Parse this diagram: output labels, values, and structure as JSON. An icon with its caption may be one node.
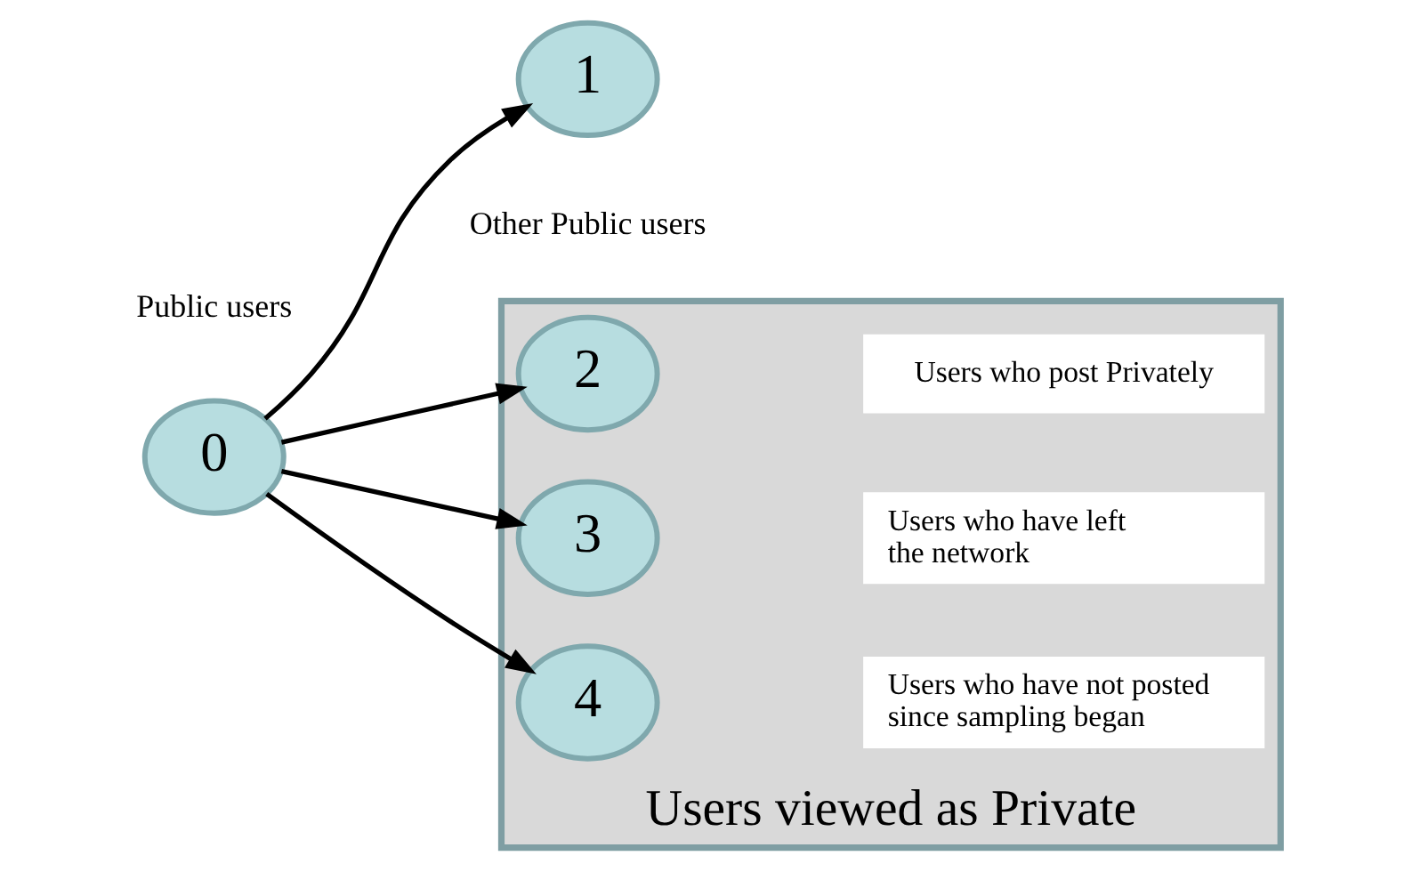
{
  "diagram": {
    "nodes": [
      {
        "text": [
          "0"
        ],
        "beside": [
          "Public users"
        ]
      },
      {
        "text": [
          "1"
        ],
        "beside": [
          "Other Public users"
        ]
      },
      {
        "text": [
          "Users viewed as Private"
        ]
      },
      {
        "text": [
          "2"
        ],
        "in": 2
      },
      {
        "text": [
          "Users who post Privately"
        ],
        "in": 2
      },
      {
        "text": [
          "3"
        ],
        "in": 2
      },
      {
        "text": [
          "Users who have left the network"
        ],
        "in": 2
      },
      {
        "text": [
          "4"
        ],
        "in": 2
      },
      {
        "text": [
          "Users who have not posted since sampling began"
        ],
        "in": 2
      }
    ],
    "edges": [
      {
        "from": 0,
        "to": 1,
        "arrow": "to"
      },
      {
        "from": 0,
        "to": 3,
        "arrow": "to"
      },
      {
        "from": 0,
        "to": 5,
        "arrow": "to"
      },
      {
        "from": 0,
        "to": 7,
        "arrow": "to"
      }
    ]
  }
}
